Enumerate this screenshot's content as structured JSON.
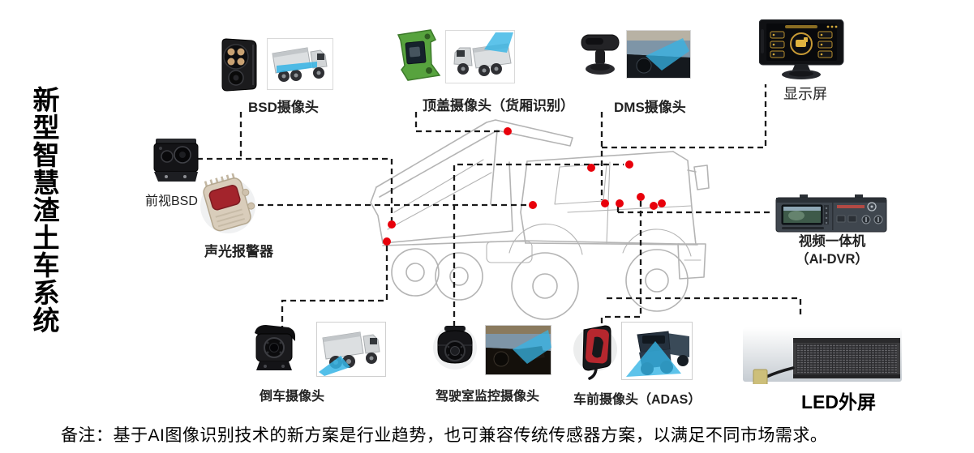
{
  "title": {
    "vertical": "新型智慧渣土车系统"
  },
  "note": "备注：基于AI图像识别技术的新方案是行业趋势，也可兼容传统传感器方案，以满足不同市场需求。",
  "components": {
    "bsd": {
      "label": "BSD摄像头"
    },
    "top_cover": {
      "label": "顶盖摄像头（货厢识别）"
    },
    "dms": {
      "label": "DMS摄像头"
    },
    "display": {
      "label": "显示屏"
    },
    "front_bsd": {
      "label": "前视BSD"
    },
    "alarm": {
      "label": "声光报警器"
    },
    "dvr": {
      "label": "视频一体机",
      "sublabel": "（AI-DVR）"
    },
    "rear_cam": {
      "label": "倒车摄像头"
    },
    "cabin_cam": {
      "label": "驾驶室监控摄像头"
    },
    "front_cam": {
      "label": "车前摄像头（ADAS）"
    },
    "led": {
      "label": "LED外屏"
    }
  },
  "colors": {
    "sensor_dot": "#e8000b",
    "connection_line": "#1a1a1a",
    "truck_outline": "#b4b4b4",
    "beam": "#35b4e5",
    "alarm_body": "#d9cdbb",
    "alarm_lens": "#a3242c",
    "top_cover_green": "#57a33e"
  }
}
